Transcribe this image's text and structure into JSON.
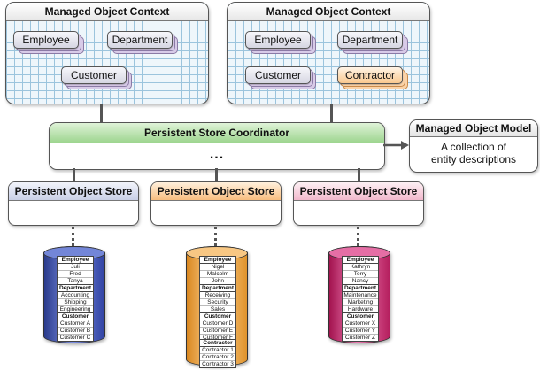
{
  "contexts": [
    {
      "title": "Managed Object Context",
      "entities": [
        "Employee",
        "Department",
        "Customer"
      ]
    },
    {
      "title": "Managed Object Context",
      "entities": [
        "Employee",
        "Department",
        "Customer",
        "Contractor"
      ]
    }
  ],
  "coordinator": {
    "title": "Persistent Store Coordinator",
    "body": "..."
  },
  "model": {
    "title": "Managed Object Model",
    "description_line1": "A collection of",
    "description_line2": "entity descriptions"
  },
  "stores": [
    {
      "title": "Persistent Object Store",
      "color": "#c9cfe6"
    },
    {
      "title": "Persistent Object Store",
      "color": "#f8bd7f"
    },
    {
      "title": "Persistent Object Store",
      "color": "#f1b8cc"
    }
  ],
  "databases": [
    {
      "color": "#3143a3",
      "tables": [
        {
          "name": "Employee",
          "rows": [
            "Juli",
            "Fred",
            "Tanya"
          ]
        },
        {
          "name": "Department",
          "rows": [
            "Accounting",
            "Shipping",
            "Engineering"
          ]
        },
        {
          "name": "Customer",
          "rows": [
            "Customer A",
            "Customer B",
            "Customer C"
          ]
        }
      ]
    },
    {
      "color": "#e0932c",
      "tables": [
        {
          "name": "Employee",
          "rows": [
            "Nigel",
            "Malcolm",
            "John"
          ]
        },
        {
          "name": "Department",
          "rows": [
            "Receiving",
            "Security",
            "Sales"
          ]
        },
        {
          "name": "Customer",
          "rows": [
            "Customer D",
            "Customer E",
            "Customer F"
          ]
        },
        {
          "name": "Contractor",
          "rows": [
            "Contractor 1",
            "Contractor 2",
            "Contractor 3"
          ]
        }
      ]
    },
    {
      "color": "#b51f5e",
      "tables": [
        {
          "name": "Employee",
          "rows": [
            "Kathryn",
            "Terry",
            "Nancy"
          ]
        },
        {
          "name": "Department",
          "rows": [
            "Maintenance",
            "Marketing",
            "Hardware"
          ]
        },
        {
          "name": "Customer",
          "rows": [
            "Customer X",
            "Customer Y",
            "Customer Z"
          ]
        }
      ]
    }
  ]
}
